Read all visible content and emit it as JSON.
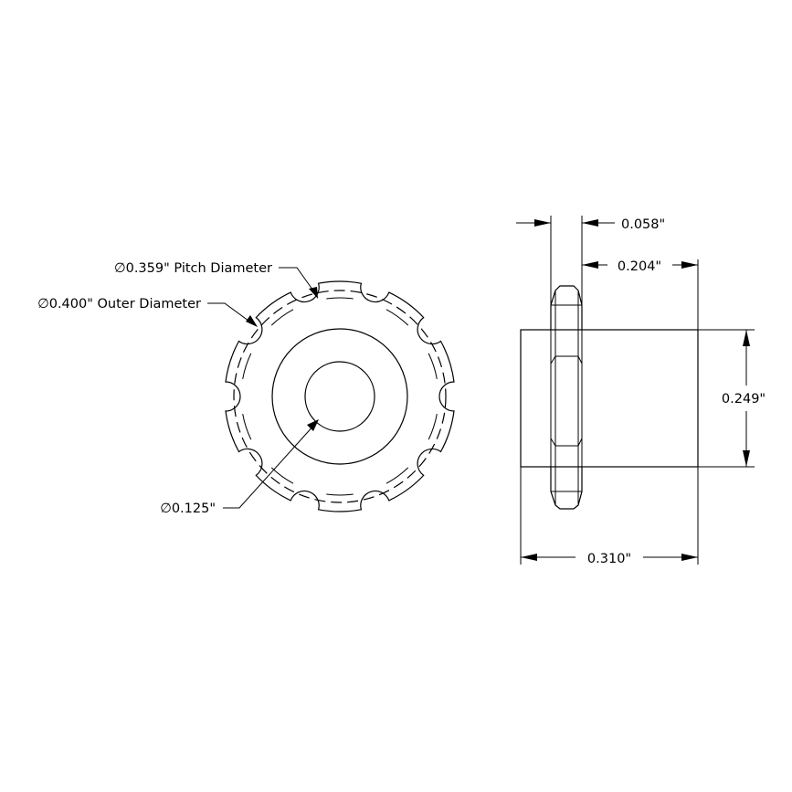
{
  "labels": {
    "pitch_diameter": "∅0.359\" Pitch Diameter",
    "outer_diameter": "∅0.400\" Outer Diameter",
    "bore_diameter": "∅0.125\"",
    "tooth_width": "0.058\"",
    "hub_length": "0.204\"",
    "hub_diameter": "0.249\"",
    "overall_length": "0.310\""
  },
  "sprocket": {
    "teeth": 10
  },
  "colors": {
    "line": "#000000",
    "background": "#ffffff"
  }
}
